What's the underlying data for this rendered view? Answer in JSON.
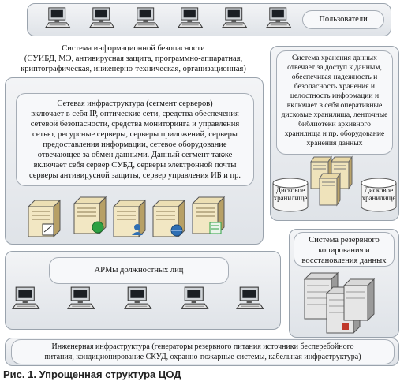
{
  "users": {
    "label": "Пользователи"
  },
  "infosec": {
    "line1": "Система информационной безопасности",
    "line2": "(СУИБД, МЭ, антивирусная защита, программно-аппаратная,",
    "line3": "криптографическая, инженерно-техническая, организационная)"
  },
  "network": {
    "lines": [
      "Сетевая инфраструктура (сегмент серверов)",
      "включает в себя IP, оптические сети, средства обеспечения",
      "сетевой безопасности, средства мониторинга и управления",
      "сетью, ресурсные серверы, серверы приложений, серверы",
      "предоставления информации, сетевое оборудование",
      "отвечающее за обмен данными. Данный сегмент также",
      "включает себя сервер СУБД, серверы электронной почты",
      "серверы антивирусной защиты, сервер управления ИБ и пр."
    ]
  },
  "storage": {
    "lines": [
      "Система хранения данных",
      "отвечает за  доступ к данным,",
      "обеспечивая надежность и",
      "безопасность хранения и",
      "целостность информации и",
      "включает в себя оперативные",
      "дисковые хранилища, ленточные",
      "библиотеки архивного",
      "хранилища и пр. оборудование",
      "хранения данных"
    ],
    "disk1": [
      "Дисковое",
      "хранилище"
    ],
    "disk2": [
      "Дисковое",
      "хранилище"
    ]
  },
  "workstations": {
    "label": "АРМы должностных лиц"
  },
  "backup": {
    "lines": [
      "Система резервного",
      "копирования и",
      "восстановления данных"
    ]
  },
  "engineering": {
    "line1": "Инженерная инфраструктура (генераторы резервного питания источники бесперебойного",
    "line2": "питания, кондиционирование СКУД, охранно-пожарные системы, кабельная инфраструктура)"
  },
  "caption": "Рис. 1. Упрощенная структура ЦОД",
  "colors": {
    "panel": "#e3e6ea",
    "border": "#9aa3ad",
    "server_red": "#c0392b",
    "globe_green": "#2ea043",
    "globe_blue": "#2f6fb3"
  }
}
